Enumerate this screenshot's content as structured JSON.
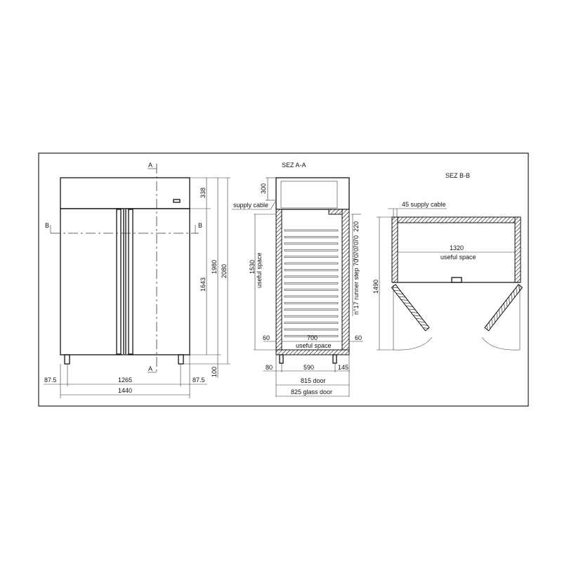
{
  "front_view": {
    "section_a_label": "A",
    "section_b_label": "B",
    "dims": {
      "top_panel": "338",
      "door_height": "1643",
      "body_height": "1980",
      "total_height": "2080",
      "feet": "100",
      "side_left": "87.5",
      "feet_span": "1265",
      "side_right": "87.5",
      "total_width": "1440"
    }
  },
  "section_aa": {
    "title": "SEZ A-A",
    "supply_cable": "supply cable",
    "dims": {
      "top_panel": "300",
      "useful_height": "1530",
      "useful_height_label": "useful space",
      "top_gap": "220",
      "step1": "70",
      "step2": "70",
      "step3": "70",
      "step4": "70",
      "runners": "n°17 runner step 70",
      "wall_left": "60",
      "useful_depth": "700",
      "wall_right": "60",
      "useful_depth_label": "useful space",
      "foot_front": "80",
      "feet_span": "590",
      "foot_back": "145",
      "door_depth": "815 door",
      "glass_door_depth": "825 glass door"
    }
  },
  "section_bb": {
    "title": "SEZ B-B",
    "supply_cable": "45 supply cable",
    "useful_width": "1320",
    "useful_width_label": "useful space",
    "depth_open": "1490"
  }
}
